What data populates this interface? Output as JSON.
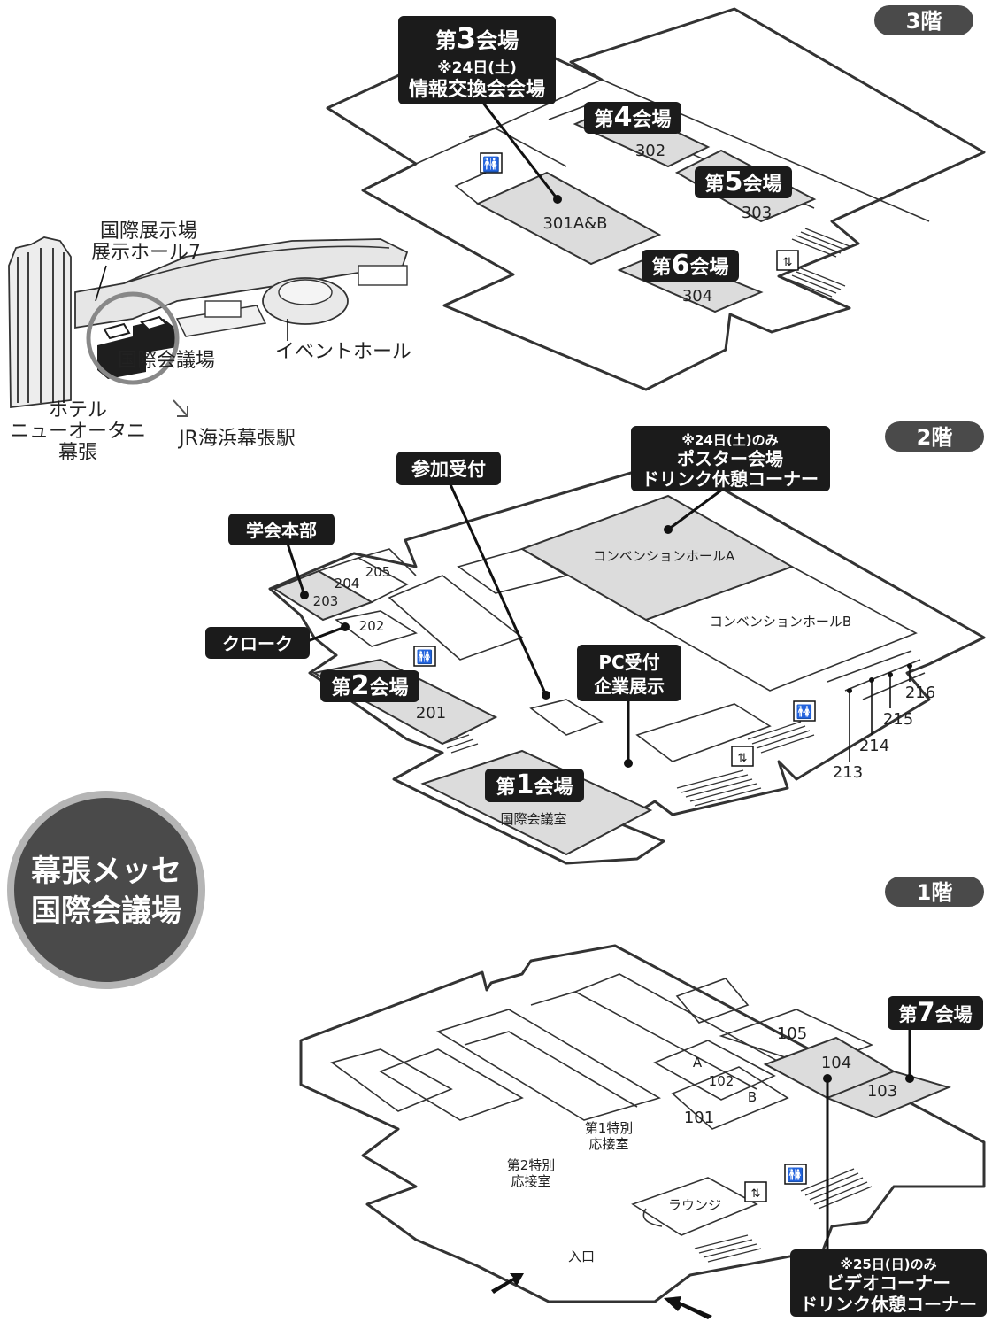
{
  "floors": {
    "f3": "3階",
    "f2": "2階",
    "f1": "1階"
  },
  "venue_badge": {
    "line1": "幕張メッセ",
    "line2": "国際会議場"
  },
  "overview": {
    "expo_hall": [
      "国際展示場",
      "展示ホール7"
    ],
    "event_hall": "イベントホール",
    "conference_center": "国際会議場",
    "hotel": [
      "ホテル",
      "ニューオータニ",
      "幕張"
    ],
    "station": "JR海浜幕張駅"
  },
  "floor3": {
    "hall3": {
      "title_prefix": "第",
      "title_num": "3",
      "title_suffix": "会場",
      "note": "※24日(土)",
      "sub": "情報交換会会場"
    },
    "hall4": {
      "prefix": "第",
      "num": "4",
      "suffix": "会場"
    },
    "hall5": {
      "prefix": "第",
      "num": "5",
      "suffix": "会場"
    },
    "hall6": {
      "prefix": "第",
      "num": "6",
      "suffix": "会場"
    },
    "rooms": {
      "r301": "301A&B",
      "r302": "302",
      "r303": "303",
      "r304": "304"
    }
  },
  "floor2": {
    "poster": {
      "note": "※24日(土)のみ",
      "line1": "ポスター会場",
      "line2": "ドリンク休憩コーナー"
    },
    "registration": "参加受付",
    "hq": "学会本部",
    "cloak": "クローク",
    "hall2": {
      "prefix": "第",
      "num": "2",
      "suffix": "会場"
    },
    "hall1": {
      "prefix": "第",
      "num": "1",
      "suffix": "会場"
    },
    "pc": {
      "line1": "PC受付",
      "line2": "企業展示"
    },
    "rooms": {
      "r201": "201",
      "r202": "202",
      "r203": "203",
      "r204": "204",
      "r205": "205",
      "hallA": "コンベンションホールA",
      "hallB": "コンベンションホールB",
      "r213": "213",
      "r214": "214",
      "r215": "215",
      "r216": "216",
      "intl": "国際会議室"
    }
  },
  "floor1": {
    "hall7": {
      "prefix": "第",
      "num": "7",
      "suffix": "会場"
    },
    "video": {
      "note": "※25日(日)のみ",
      "line1": "ビデオコーナー",
      "line2": "ドリンク休憩コーナー"
    },
    "rooms": {
      "r101": "101",
      "r102": "102",
      "r103": "103",
      "r104": "104",
      "r105": "105",
      "a": "A",
      "b": "B",
      "sp1a": "第1特別",
      "sp1b": "応接室",
      "sp2a": "第2特別",
      "sp2b": "応接室",
      "lounge": "ラウンジ",
      "entrance": "入口"
    }
  }
}
